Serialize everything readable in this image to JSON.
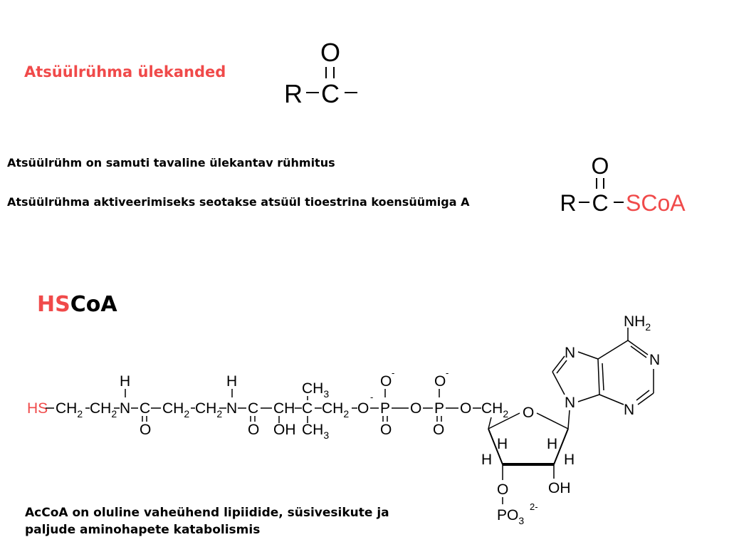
{
  "title": "Atsüülrühma ülekanded",
  "statements": [
    "Atsüülrühm on samuti tavaline ülekantav rühmitus",
    "Atsüülrühma aktiveerimiseks seotakse atsüül tioestrina koensüümiga A"
  ],
  "hscoa_label": {
    "red_part": "HS",
    "black_part": "CoA"
  },
  "bottom_text": "AcCoA on oluline vaheühend lipiidide, süsivesikute ja paljude aminohapete katabolismis",
  "acyl_group": {
    "o": "O",
    "r": "R",
    "c": "C"
  },
  "acyl_scoa": {
    "o": "O",
    "r": "R",
    "c": "C",
    "scoa": "SCoA"
  },
  "coa_structure": {
    "hs": "HS",
    "ch": "CH",
    "sub2": "2",
    "sub3": "3",
    "n": "N",
    "h": "H",
    "c": "C",
    "o": "O",
    "oh": "OH",
    "p": "P",
    "minus": "-",
    "nh": "NH",
    "po": "PO",
    "charge_2minus": "2-"
  },
  "colors": {
    "accent_red": "#f04a4a",
    "text": "#000000",
    "background": "#ffffff"
  }
}
